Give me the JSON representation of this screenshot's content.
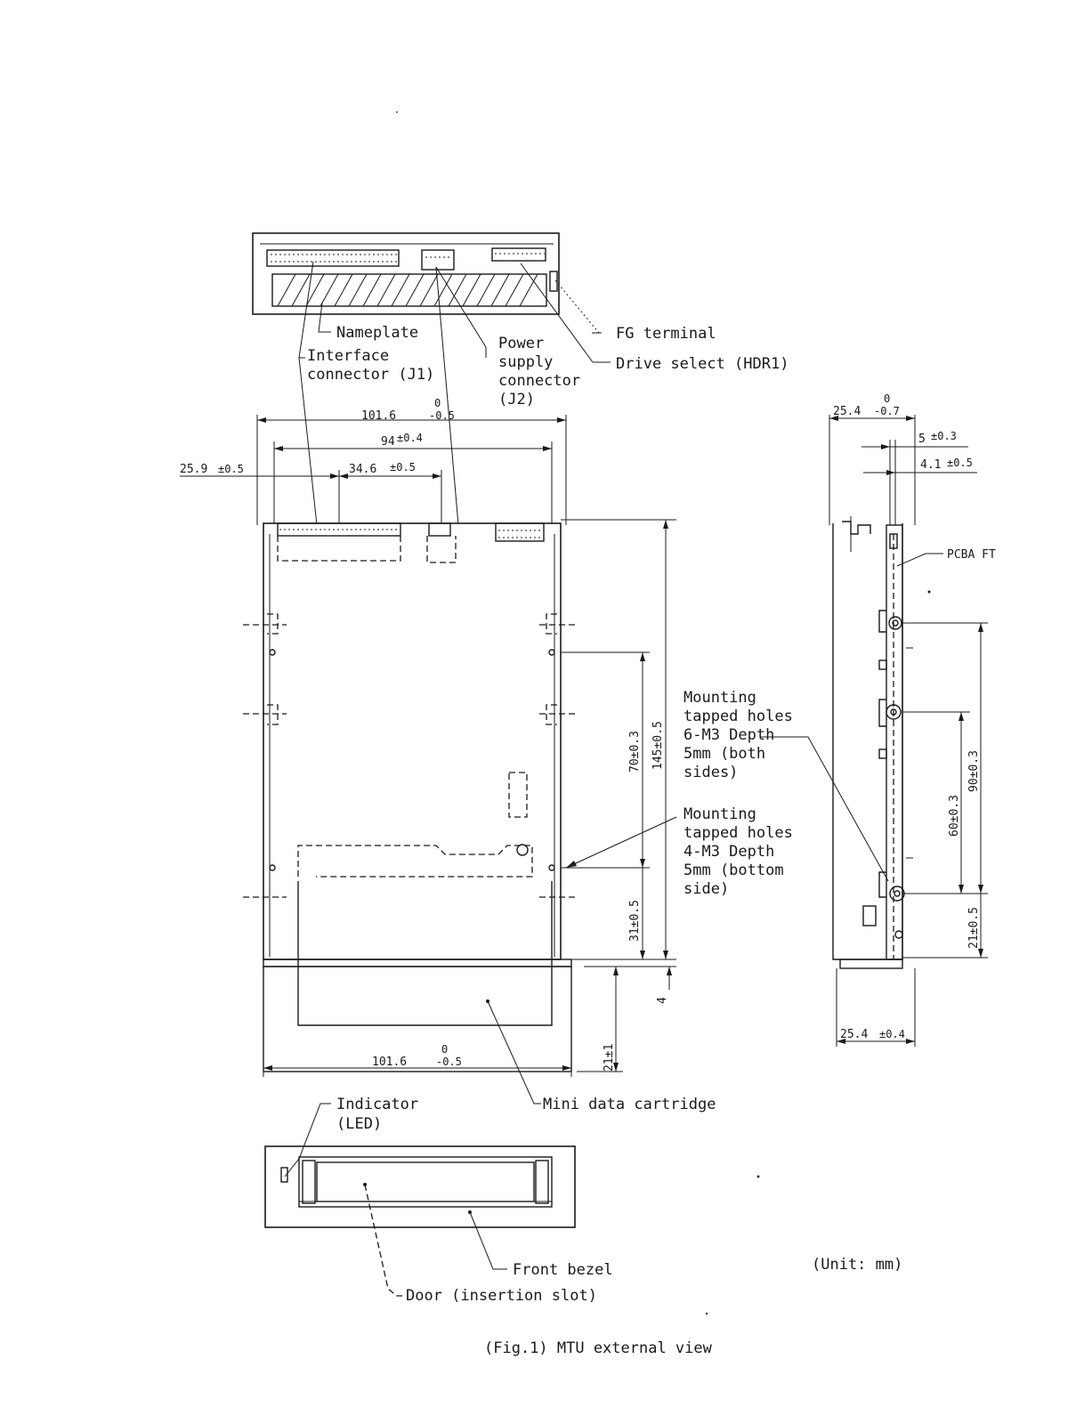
{
  "labels": {
    "nameplate": "Nameplate",
    "interface_connector_1": "Interface",
    "interface_connector_2": "connector (J1)",
    "power_1": "Power",
    "power_2": "supply",
    "power_3": "connector",
    "power_4": "(J2)",
    "fg_terminal": "FG terminal",
    "drive_select": "Drive select (HDR1)",
    "pcba_ft": "PCBA FT",
    "mount6_1": "Mounting",
    "mount6_2": "tapped holes",
    "mount6_3": "6-M3 Depth",
    "mount6_4": "5mm (both",
    "mount6_5": "sides)",
    "mount4_1": "Mounting",
    "mount4_2": "tapped holes",
    "mount4_3": "4-M3 Depth",
    "mount4_4": "5mm (bottom",
    "mount4_5": "side)",
    "cartridge": "Mini data cartridge",
    "indicator_1": "Indicator",
    "indicator_2": "(LED)",
    "front_bezel": "Front bezel",
    "door": "Door (insertion slot)",
    "unit": "(Unit: mm)",
    "caption": "(Fig.1) MTU external view"
  },
  "dimensions": {
    "width_top": "101.6",
    "width_top_tol_upper": "0",
    "width_top_tol_lower": "-0.5",
    "inner_width": "94",
    "inner_width_tol": "±0.4",
    "offset_left": "25.9",
    "offset_left_tol": "±0.5",
    "connector_spacing": "34.6",
    "connector_spacing_tol": "±0.5",
    "length_total": "145±0.5",
    "hole_spacing_top": "70±0.3",
    "hole_spacing_bottom": "31±0.5",
    "bezel_depth": "4",
    "bezel_extra": "21±1",
    "width_bottom": "101.6",
    "width_bottom_tol_upper": "0",
    "width_bottom_tol_lower": "-0.5",
    "side_height_top": "25.4",
    "side_height_top_tol_upper": "0",
    "side_height_top_tol_lower": "-0.7",
    "side_offset_1": "5",
    "side_offset_1_tol": "±0.3",
    "side_offset_2": "4.1",
    "side_offset_2_tol": "±0.5",
    "side_hole_90": "90±0.3",
    "side_hole_60": "60±0.3",
    "side_hole_21": "21±0.5",
    "side_height_bottom": "25.4",
    "side_height_bottom_tol": "±0.4"
  }
}
